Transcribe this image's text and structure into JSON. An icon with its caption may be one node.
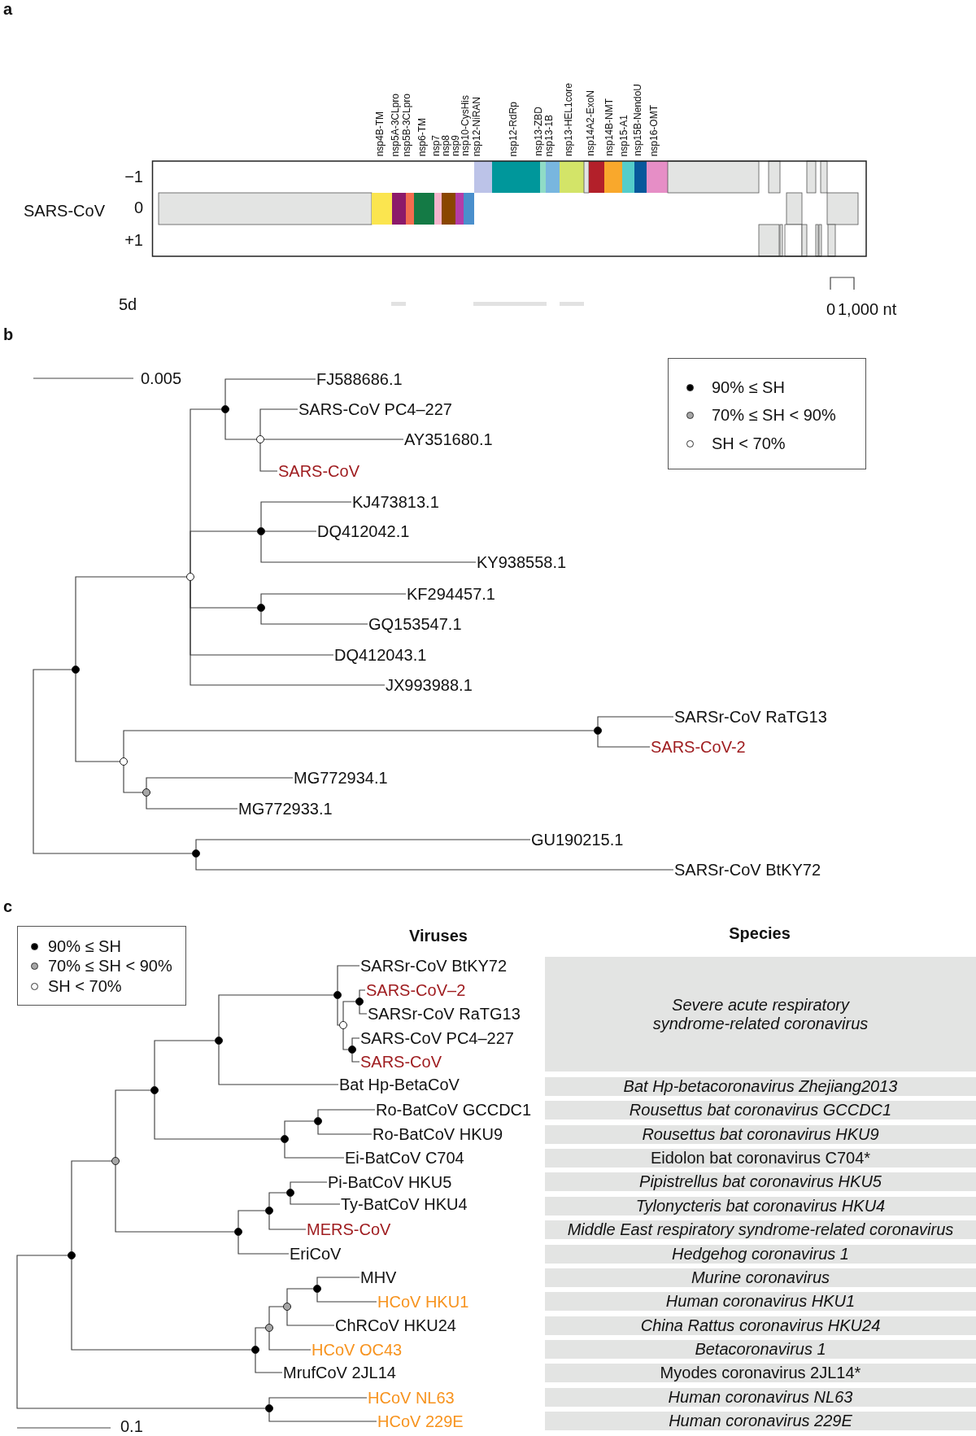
{
  "diagram": {
    "nodes": [
      {
        "text": [
          "FJ588686.1"
        ]
      },
      {
        "text": [],
        "shape": "circle"
      },
      {
        "text": [
          "SARS-CoV PC4–227"
        ]
      },
      {
        "text": [],
        "shape": "circle"
      },
      {
        "text": [
          "AY351680.1"
        ]
      },
      {
        "text": [
          "SARS-CoV"
        ]
      },
      {
        "text": [
          "KJ473813.1"
        ]
      },
      {
        "text": [],
        "shape": "circle"
      },
      {
        "text": [
          "DQ412042.1"
        ]
      },
      {
        "text": [
          "KY938558.1"
        ]
      },
      {
        "text": [],
        "shape": "circle"
      },
      {
        "text": [
          "KF294457.1"
        ]
      },
      {
        "text": [],
        "shape": "circle"
      },
      {
        "text": [
          "GQ153547.1"
        ]
      },
      {
        "text": [
          "DQ412043.1"
        ]
      },
      {
        "text": [],
        "shape": "circle"
      },
      {
        "text": [
          "JX993988.1"
        ]
      },
      {
        "text": [
          "SARSr-CoV RaTG13"
        ]
      },
      {
        "text": [],
        "shape": "circle"
      },
      {
        "text": [
          "SARS-CoV-2"
        ]
      },
      {
        "text": [],
        "shape": "circle"
      },
      {
        "text": [
          "MG772934.1"
        ]
      },
      {
        "text": [],
        "shape": "circle"
      },
      {
        "text": [
          "MG772933.1"
        ]
      },
      {
        "text": [
          "GU190215.1"
        ]
      },
      {
        "text": [],
        "shape": "circle"
      },
      {
        "text": [
          "SARSr-CoV BtKY72"
        ]
      },
      {
        "text": [
          "SARSr-CoV BtKY72"
        ]
      },
      {
        "text": [
          "SARS-CoV–2"
        ]
      },
      {
        "text": [],
        "shape": "circle"
      },
      {
        "text": [],
        "shape": "circle"
      },
      {
        "text": [
          "SARSr-CoV RaTG13"
        ]
      },
      {
        "text": [],
        "shape": "circle"
      },
      {
        "text": [
          "SARS-CoV PC4–227"
        ]
      },
      {
        "text": [],
        "shape": "circle"
      },
      {
        "text": [],
        "shape": "circle"
      },
      {
        "text": [
          "SARS-CoV"
        ]
      },
      {
        "text": [
          "Bat Hp-BetaCoV"
        ]
      },
      {
        "text": [],
        "shape": "circle"
      },
      {
        "text": [
          "Ro-BatCoV GCCDC1"
        ]
      },
      {
        "text": [],
        "shape": "circle"
      },
      {
        "text": [
          "Ro-BatCoV HKU9"
        ]
      },
      {
        "text": [],
        "shape": "circle"
      },
      {
        "text": [
          "Ei-BatCoV C704"
        ]
      },
      {
        "text": [],
        "shape": "circle"
      },
      {
        "text": [
          "Pi-BatCoV HKU5"
        ]
      },
      {
        "text": [],
        "shape": "circle"
      },
      {
        "text": [
          "Ty-BatCoV HKU4"
        ]
      },
      {
        "text": [],
        "shape": "circle"
      },
      {
        "text": [
          "MERS-CoV"
        ]
      },
      {
        "text": [],
        "shape": "circle"
      },
      {
        "text": [
          "EriCoV"
        ]
      },
      {
        "text": [],
        "shape": "circle"
      },
      {
        "text": [
          "MHV"
        ]
      },
      {
        "text": [],
        "shape": "circle"
      },
      {
        "text": [
          "HCoV HKU1"
        ]
      },
      {
        "text": [],
        "shape": "circle"
      },
      {
        "text": [
          "ChRCoV HKU24"
        ]
      },
      {
        "text": [],
        "shape": "circle"
      },
      {
        "text": [
          "HCoV OC43"
        ]
      },
      {
        "text": [],
        "shape": "circle"
      },
      {
        "text": [
          "MrufCoV 2JL14"
        ]
      },
      {
        "text": [
          "HCoV NL63"
        ]
      },
      {
        "text": [],
        "shape": "circle"
      },
      {
        "text": [
          "HCoV 229E"
        ]
      },
      {
        "text": [
          "Severe acute respiratory syndrome-related coronavirus"
        ]
      },
      {
        "text": [
          "Bat Hp-betacoronavirus Zhejiang2013"
        ]
      },
      {
        "text": [
          "Rousettus bat coronavirus GCCDC1"
        ]
      },
      {
        "text": [
          "Rousettus bat coronavirus HKU9"
        ]
      },
      {
        "text": [
          "Eidolon bat coronavirus C704*"
        ]
      },
      {
        "text": [
          "Pipistrellus bat coronavirus HKU5"
        ]
      },
      {
        "text": [
          "Tylonycteris bat coronavirus HKU4"
        ]
      },
      {
        "text": [
          "Middle East respiratory syndrome-related coronavirus"
        ]
      },
      {
        "text": [
          "Hedgehog coronavirus 1"
        ]
      },
      {
        "text": [
          "Murine coronavirus"
        ]
      },
      {
        "text": [
          "Human coronavirus HKU1"
        ]
      },
      {
        "text": [
          "China Rattus coronavirus HKU24"
        ]
      },
      {
        "text": [
          "Betacoronavirus 1"
        ]
      },
      {
        "text": [
          "Myodes coronavirus 2JL14*"
        ]
      },
      {
        "text": [
          "Human coronavirus NL63"
        ]
      },
      {
        "text": [
          "Human coronavirus 229E"
        ]
      }
    ],
    "edges": [
      {
        "from": 1,
        "to": 0,
        "arrow": "none"
      },
      {
        "from": 1,
        "to": 3,
        "arrow": "none"
      },
      {
        "from": 3,
        "to": 2,
        "arrow": "none"
      },
      {
        "from": 3,
        "to": 4,
        "arrow": "none"
      },
      {
        "from": 3,
        "to": 5,
        "arrow": "none"
      },
      {
        "from": 10,
        "to": 1,
        "arrow": "none"
      },
      {
        "from": 10,
        "to": 7,
        "arrow": "none"
      },
      {
        "from": 7,
        "to": 6,
        "arrow": "none"
      },
      {
        "from": 7,
        "to": 8,
        "arrow": "none"
      },
      {
        "from": 7,
        "to": 9,
        "arrow": "none"
      },
      {
        "from": 10,
        "to": 12,
        "arrow": "none"
      },
      {
        "from": 12,
        "to": 11,
        "arrow": "none"
      },
      {
        "from": 12,
        "to": 13,
        "arrow": "none"
      },
      {
        "from": 10,
        "to": 14,
        "arrow": "none"
      },
      {
        "from": 10,
        "to": 16,
        "arrow": "none"
      },
      {
        "from": 15,
        "to": 10,
        "arrow": "none"
      },
      {
        "from": 15,
        "to": 20,
        "arrow": "none"
      },
      {
        "from": 20,
        "to": 18,
        "arrow": "none"
      },
      {
        "from": 18,
        "to": 17,
        "arrow": "none"
      },
      {
        "from": 18,
        "to": 19,
        "arrow": "none"
      },
      {
        "from": 20,
        "to": 22,
        "arrow": "none"
      },
      {
        "from": 22,
        "to": 21,
        "arrow": "none"
      },
      {
        "from": 22,
        "to": 23,
        "arrow": "none"
      },
      {
        "from": 25,
        "to": 24,
        "arrow": "none"
      },
      {
        "from": 25,
        "to": 26,
        "arrow": "none"
      },
      {
        "from": 15,
        "to": 25,
        "arrow": "none"
      },
      {
        "from": 29,
        "to": 27,
        "arrow": "none"
      },
      {
        "from": 29,
        "to": 32,
        "arrow": "none"
      },
      {
        "from": 32,
        "to": 30,
        "arrow": "none"
      },
      {
        "from": 30,
        "to": 28,
        "arrow": "none"
      },
      {
        "from": 30,
        "to": 31,
        "arrow": "none"
      },
      {
        "from": 32,
        "to": 35,
        "arrow": "none"
      },
      {
        "from": 35,
        "to": 33,
        "arrow": "none"
      },
      {
        "from": 35,
        "to": 36,
        "arrow": "none"
      },
      {
        "from": 34,
        "to": 29,
        "arrow": "none"
      },
      {
        "from": 34,
        "to": 37,
        "arrow": "none"
      },
      {
        "from": 38,
        "to": 34,
        "arrow": "none"
      },
      {
        "from": 38,
        "to": 42,
        "arrow": "none"
      },
      {
        "from": 42,
        "to": 40,
        "arrow": "none"
      },
      {
        "from": 40,
        "to": 39,
        "arrow": "none"
      },
      {
        "from": 40,
        "to": 41,
        "arrow": "none"
      },
      {
        "from": 42,
        "to": 43,
        "arrow": "none"
      },
      {
        "from": 44,
        "to": 38,
        "arrow": "none"
      },
      {
        "from": 44,
        "to": 50,
        "arrow": "none"
      },
      {
        "from": 50,
        "to": 48,
        "arrow": "none"
      },
      {
        "from": 48,
        "to": 46,
        "arrow": "none"
      },
      {
        "from": 46,
        "to": 45,
        "arrow": "none"
      },
      {
        "from": 46,
        "to": 47,
        "arrow": "none"
      },
      {
        "from": 48,
        "to": 49,
        "arrow": "none"
      },
      {
        "from": 50,
        "to": 51,
        "arrow": "none"
      },
      {
        "from": 52,
        "to": 44,
        "arrow": "none"
      },
      {
        "from": 52,
        "to": 60,
        "arrow": "none"
      },
      {
        "from": 60,
        "to": 58,
        "arrow": "none"
      },
      {
        "from": 58,
        "to": 56,
        "arrow": "none"
      },
      {
        "from": 56,
        "to": 54,
        "arrow": "none"
      },
      {
        "from": 54,
        "to": 53,
        "arrow": "none"
      },
      {
        "from": 54,
        "to": 55,
        "arrow": "none"
      },
      {
        "from": 56,
        "to": 57,
        "arrow": "none"
      },
      {
        "from": 58,
        "to": 59,
        "arrow": "none"
      },
      {
        "from": 60,
        "to": 61,
        "arrow": "none"
      },
      {
        "from": 63,
        "to": 62,
        "arrow": "none"
      },
      {
        "from": 63,
        "to": 64,
        "arrow": "none"
      },
      {
        "from": 52,
        "to": 63,
        "arrow": "none"
      }
    ],
    "labels": [
      "a",
      "nsp4B-TM",
      "nsp5A-3CLpro",
      "nsp5B-3CLpro",
      "nsp6-TM",
      "nsp7",
      "nsp8",
      "nsp9",
      "nsp10-CysHis",
      "nsp12-NiRAN",
      "nsp12-RdRp",
      "nsp13-ZBD",
      "nsp13-1B",
      "nsp13-HEL1core",
      "nsp14A2-ExoN",
      "nsp14B-NMT",
      "nsp15-A1",
      "nsp15B-NendoU",
      "nsp16-OMT",
      "−1",
      "SARS-CoV",
      "0",
      "+1",
      "5d",
      "0",
      "1,000 nt",
      "b",
      "0.005",
      "c",
      "Viruses",
      "Species",
      "0.1"
    ],
    "legend": [
      {
        "text": "90% ≤ SH",
        "color": "#000000"
      },
      {
        "text": "70% ≤ SH < 90%",
        "color": "#a6a6a6"
      },
      {
        "text": "SH < 70%",
        "color": "#ffffff"
      },
      {
        "text": "90% ≤ SH",
        "color": "#000000"
      },
      {
        "text": "70% ≤ SH < 90%",
        "color": "#a6a6a6"
      },
      {
        "text": "SH < 70%",
        "color": "#ffffff"
      }
    ]
  }
}
